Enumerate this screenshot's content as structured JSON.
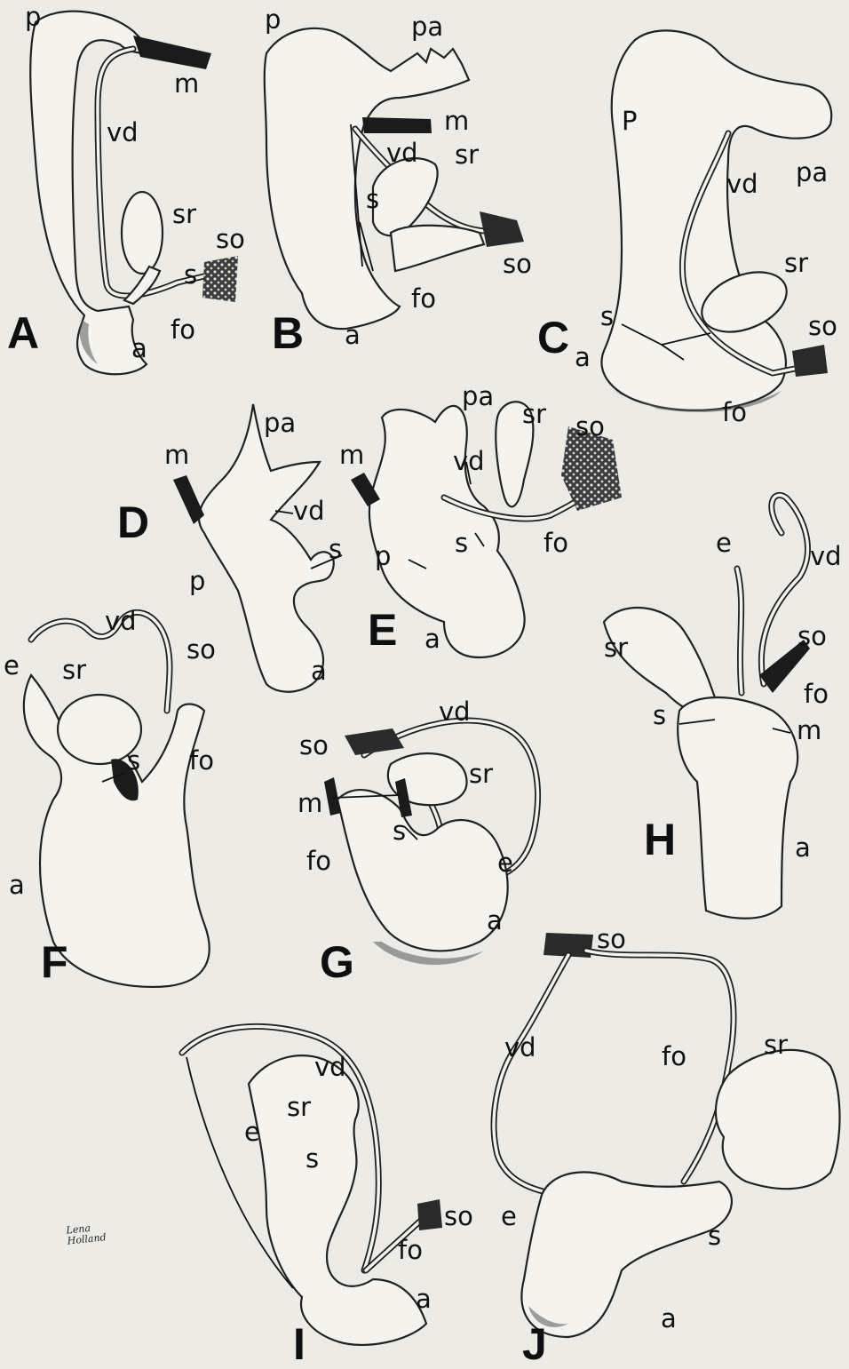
{
  "figure_panels": [
    "A",
    "B",
    "C",
    "D",
    "E",
    "F",
    "G",
    "H",
    "I",
    "J"
  ],
  "signature": "Lena Holland",
  "labels": {
    "A": {
      "p": "p",
      "m": "m",
      "vd": "vd",
      "sr": "sr",
      "so": "so",
      "s": "s",
      "fo": "fo",
      "a": "a"
    },
    "B": {
      "p": "p",
      "pa": "pa",
      "m": "m",
      "vd": "vd",
      "sr": "sr",
      "s": "s",
      "so": "so",
      "fo": "fo",
      "a": "a"
    },
    "C": {
      "p": "P",
      "pa": "pa",
      "vd": "vd",
      "sr": "sr",
      "s": "s",
      "a": "a",
      "so": "so",
      "fo": "fo"
    },
    "D": {
      "m": "m",
      "pa": "pa",
      "vd": "vd",
      "s": "s",
      "p": "p",
      "a": "a"
    },
    "E": {
      "pa": "pa",
      "sr": "sr",
      "so": "so",
      "m": "m",
      "vd": "vd",
      "s": "s",
      "fo": "fo",
      "p": "p",
      "a": "a"
    },
    "F": {
      "vd": "vd",
      "so": "so",
      "e": "e",
      "sr": "sr",
      "s": "s",
      "fo": "fo",
      "a": "a"
    },
    "G": {
      "vd": "vd",
      "so": "so",
      "sr": "sr",
      "m": "m",
      "s": "s",
      "fo": "fo",
      "e": "e",
      "a": "a"
    },
    "H": {
      "e": "e",
      "vd": "vd",
      "sr": "sr",
      "so": "so",
      "fo": "fo",
      "s": "s",
      "m": "m",
      "a": "a"
    },
    "I": {
      "vd": "vd",
      "sr": "sr",
      "e": "e",
      "s": "s",
      "so": "so",
      "fo": "fo",
      "a": "a"
    },
    "J": {
      "so": "so",
      "vd": "vd",
      "fo": "fo",
      "sr": "sr",
      "e": "e",
      "s": "s",
      "a": "a"
    }
  }
}
